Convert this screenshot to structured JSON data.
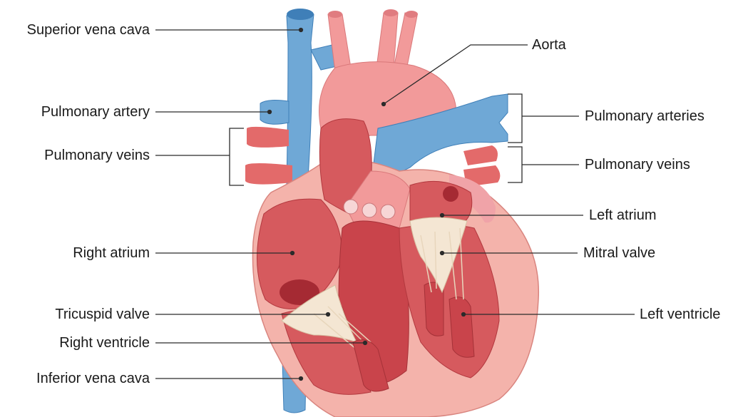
{
  "diagram": {
    "labels": {
      "superior_vena_cava": "Superior vena cava",
      "pulmonary_artery": "Pulmonary artery",
      "pulmonary_veins_left": "Pulmonary veins",
      "right_atrium": "Right atrium",
      "tricuspid_valve": "Tricuspid valve",
      "right_ventricle": "Right ventricle",
      "inferior_vena_cava": "Inferior vena cava",
      "aorta": "Aorta",
      "pulmonary_arteries": "Pulmonary arteries",
      "pulmonary_veins_right": "Pulmonary veins",
      "left_atrium": "Left atrium",
      "mitral_valve": "Mitral valve",
      "left_ventricle": "Left ventricle"
    },
    "colors": {
      "vein_blue": "#6fa8d6",
      "vein_blue_dark": "#3f7fb8",
      "artery_pink": "#f29a9a",
      "muscle_red": "#c9444b",
      "chamber_red": "#d65a5e",
      "wall_pink": "#f4b3ab",
      "valve_cream": "#f4e6d3",
      "line": "#2b2b2b"
    }
  }
}
